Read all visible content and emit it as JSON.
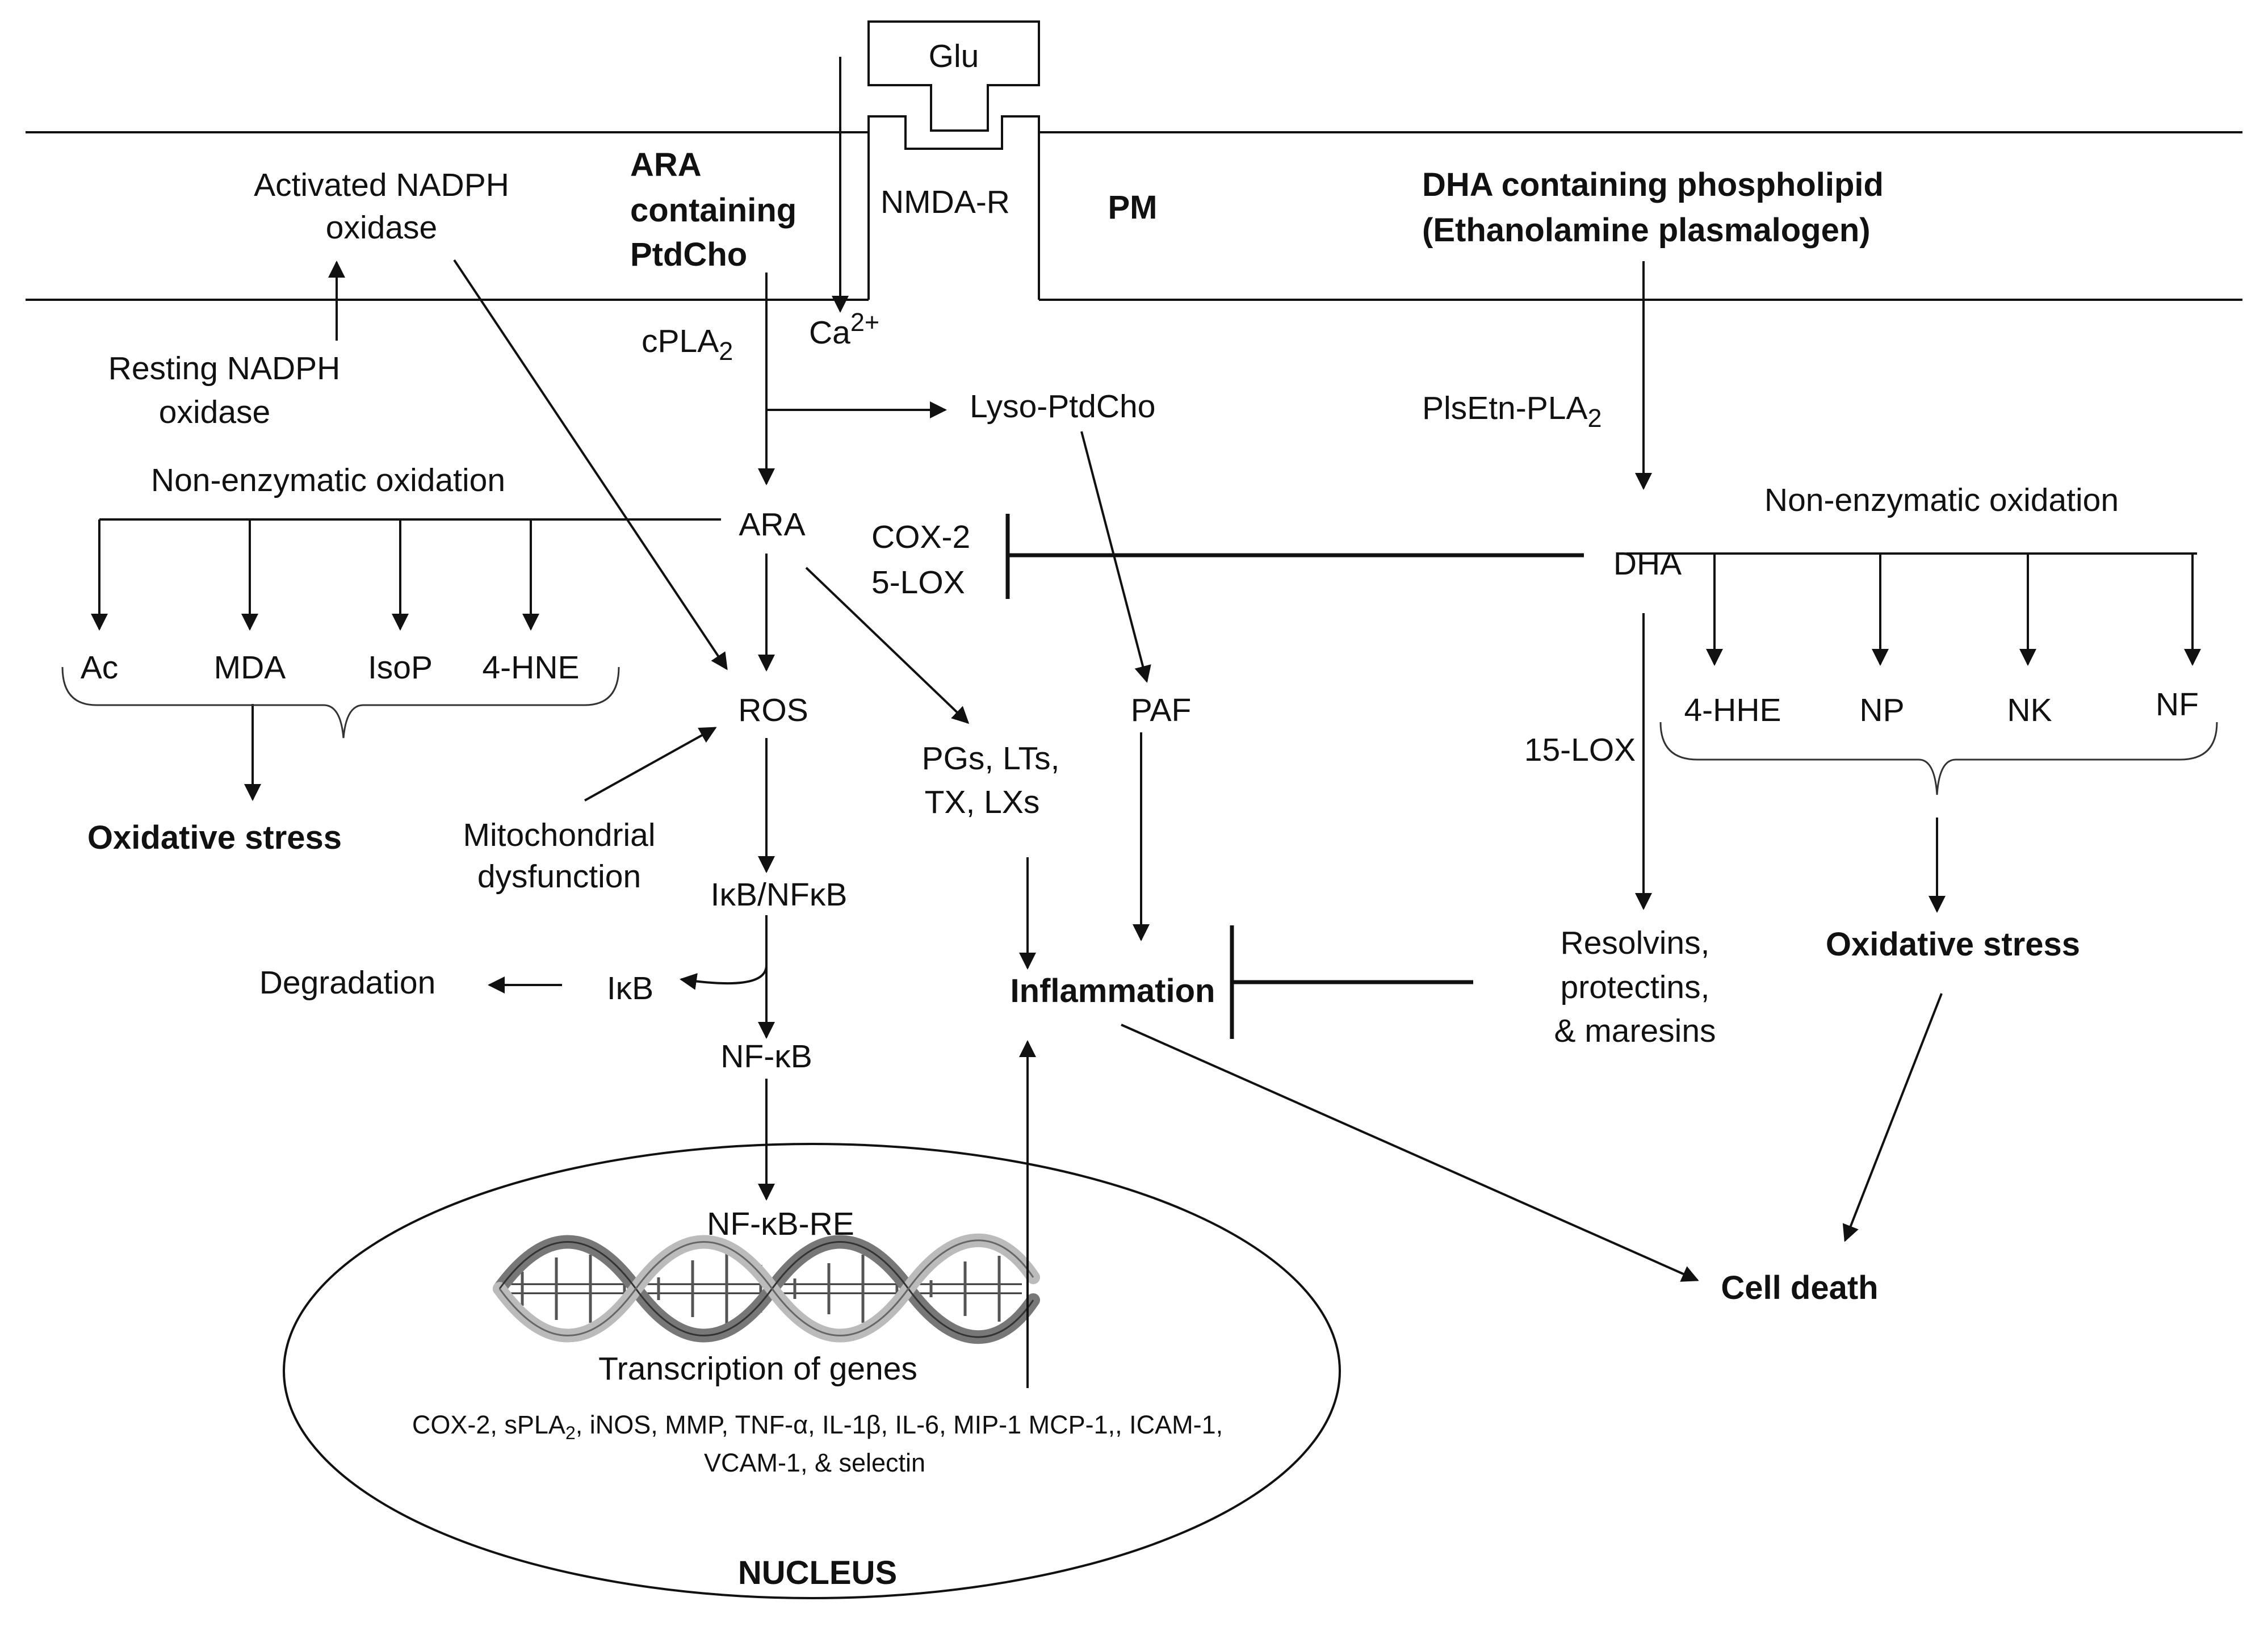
{
  "colors": {
    "ink": "#111111",
    "background": "#ffffff"
  },
  "membrane": {
    "glu": "Glu",
    "nmda_r": "NMDA-R",
    "pm": "PM",
    "activated_nadph": [
      "Activated NADPH",
      "oxidase"
    ],
    "ara_phospholipid": [
      "ARA",
      "containing",
      "PtdCho"
    ],
    "dha_phospholipid": [
      "DHA containing phospholipid",
      "(Ethanolamine plasmalogen)"
    ]
  },
  "ara_branch": {
    "cpla2": "cPLA",
    "cpla2_sub": "2",
    "calcium": "Ca",
    "calcium_sup": "2+",
    "resting_nadph": [
      "Resting NADPH",
      "oxidase"
    ],
    "lyso_ptdcho": "Lyso-PtdCho",
    "non_enzymatic_oxidation": "Non-enzymatic  oxidation",
    "ara": "ARA",
    "cox_lox": [
      "COX-2",
      "5-LOX"
    ],
    "products": [
      "Ac",
      "MDA",
      "IsoP",
      "4-HNE"
    ],
    "oxidative_stress": "Oxidative stress",
    "ros": "ROS",
    "mitochondrial_dysfunction": [
      "Mitochondrial",
      "dysfunction"
    ],
    "eicosanoids": [
      "PGs, LTs,",
      "TX, LXs"
    ],
    "paf": "PAF",
    "ikb_nfkb": "IκB/NFκB",
    "degradation": "Degradation",
    "ikb": "IκB",
    "nfkb": "NF-κB",
    "inflammation": "Inflammation"
  },
  "dha_branch": {
    "plsetn_pla2": "PlsEtn-PLA",
    "plsetn_pla2_sub": "2",
    "dha": "DHA",
    "non_enzymatic_oxidation": "Non-enzymatic  oxidation",
    "products": [
      "4-HHE",
      "NP",
      "NK",
      "NF"
    ],
    "lox15": "15-LOX",
    "oxidative_stress": "Oxidative stress",
    "resolvins": [
      "Resolvins,",
      "protectins,",
      "& maresins"
    ],
    "cell_death": "Cell death"
  },
  "nucleus": {
    "label": "NUCLEUS",
    "nfkb_re": "NF-κB-RE",
    "transcription": "Transcription  of genes",
    "genes_line1_a": "COX-2,  sPLA",
    "genes_line1_sub": "2",
    "genes_line1_b": ", iNOS, MMP, TNF-α, IL-1β, IL-6, MIP-1 MCP-1,, ICAM-1,",
    "genes_line2": "VCAM-1, & selectin"
  }
}
